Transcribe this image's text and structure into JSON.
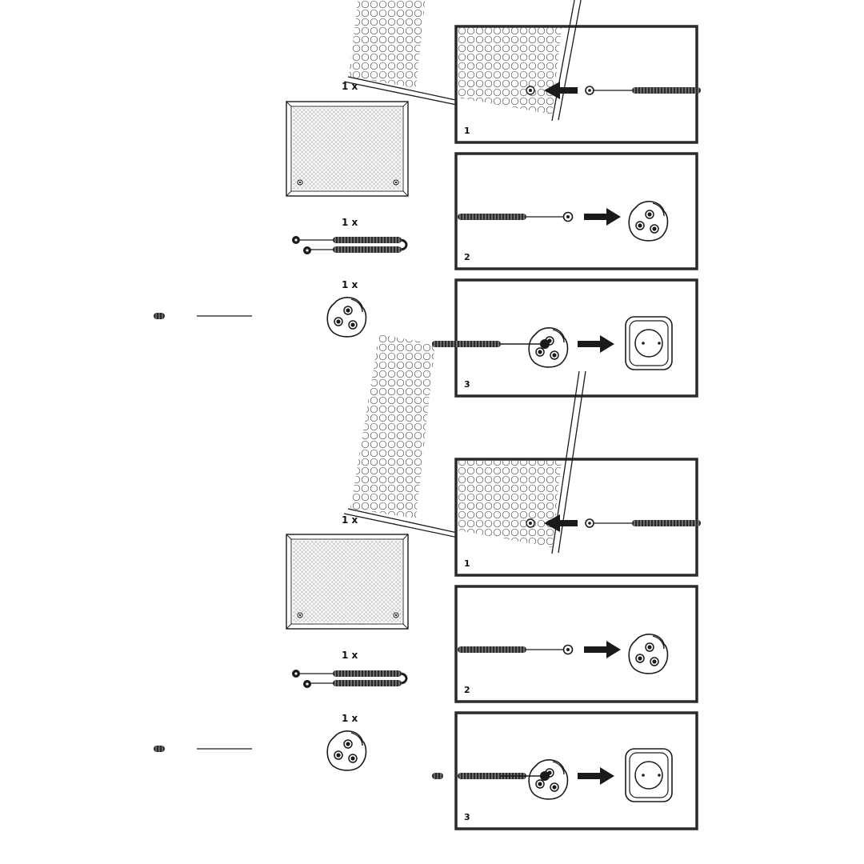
{
  "ink_color": "#1a1a1a",
  "background_color": "#ffffff",
  "sets": [
    {
      "quantity_labels": [
        "1 x",
        "1 x",
        "1 x"
      ],
      "steps": [
        "1",
        "2",
        "3"
      ]
    },
    {
      "quantity_labels": [
        "1 x",
        "1 x",
        "1 x"
      ],
      "steps": [
        "1",
        "2",
        "3"
      ]
    }
  ]
}
